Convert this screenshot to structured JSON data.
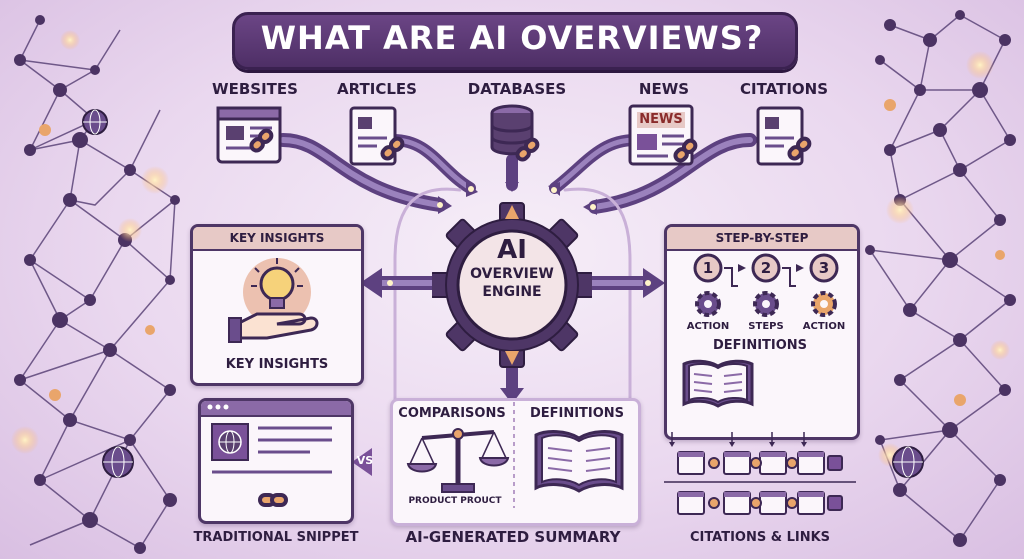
{
  "title": "WHAT ARE AI OVERVIEWS?",
  "sources": [
    {
      "label": "WEBSITES",
      "icon": "website-icon"
    },
    {
      "label": "ARTICLES",
      "icon": "article-icon"
    },
    {
      "label": "DATABASES",
      "icon": "database-icon"
    },
    {
      "label": "NEWS",
      "icon": "newspaper-icon",
      "badge": "NEWS"
    },
    {
      "label": "CITATIONS",
      "icon": "citation-icon"
    }
  ],
  "engine": {
    "line1": "AI",
    "line2": "OVERVIEW",
    "line3": "ENGINE"
  },
  "key_insights": {
    "header": "KEY INSIGHTS",
    "footer": "KEY INSIGHTS"
  },
  "step_by_step": {
    "header": "STEP-BY-STEP",
    "steps": [
      "1",
      "2",
      "3"
    ],
    "step_labels": [
      "ACTION",
      "STEPS",
      "ACTION"
    ],
    "definitions": "DEFINITIONS"
  },
  "summary": {
    "comparisons": "COMPARISONS",
    "definitions": "DEFINITIONS",
    "product": "PRODUCT PROUCT",
    "caption": "AI-GENERATED SUMMARY"
  },
  "traditional": {
    "vs": "VS",
    "caption": "TRADITIONAL SNIPPET"
  },
  "citations": {
    "caption": "CITATIONS & LINKS"
  },
  "colors": {
    "primary": "#4e3666",
    "accent": "#e9a56b",
    "background": "#ead8ef",
    "header": "#e7c9c6"
  }
}
